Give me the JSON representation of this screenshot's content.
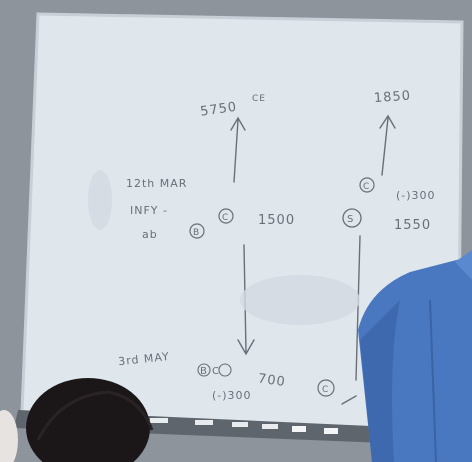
{
  "photo": {
    "subject": "whiteboard with handwritten notes and a person standing at the right",
    "colors": {
      "wall": "#8d949c",
      "board": "#dfe6ec",
      "ink": "#6b6f78",
      "shirt": "#4a78c0",
      "hair": "#1b1718",
      "tray": "#5e656d"
    }
  },
  "whiteboard": {
    "top_left_note": "5750",
    "top_left_note_sup": "CE",
    "top_right_note": "1850",
    "mid_left_date": "12th MAR",
    "mid_left_infy": "INFY -",
    "mid_left_ab": "ab",
    "circle_b": "B",
    "circle_c_left": "C",
    "price_1500": "1500",
    "circle_c_right": "C",
    "circle_s": "S",
    "right_minus_300": "(-)300",
    "right_1550": "1550",
    "bottom_date": "3rd MAY",
    "bottom_circles": "B C",
    "bottom_value_700": "700",
    "bottom_minus_300": "(-)300",
    "bottom_right_circle": "C"
  }
}
